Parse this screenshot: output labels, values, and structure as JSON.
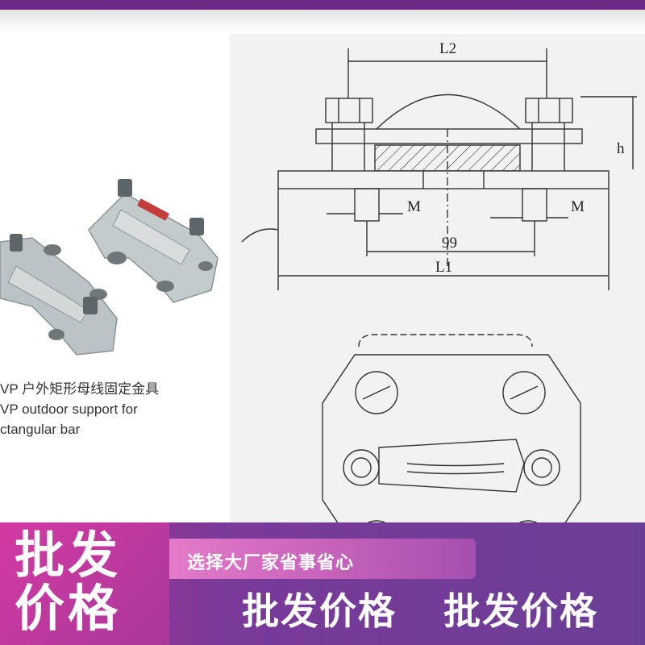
{
  "diagram": {
    "labels": {
      "l2": "L2",
      "h": "h",
      "m_left": "M",
      "m_right": "M",
      "dim_99": "99",
      "l1": "L1"
    }
  },
  "caption": {
    "line1": "VP 户外矩形母线固定金具",
    "line2": "VP outdoor support for",
    "line3": "ctangular bar"
  },
  "banner": {
    "left_line1": "批发",
    "left_line2": "价格",
    "slogan": "选择大厂家省事省心",
    "repeat1": "批发价格",
    "repeat2": "批发价格"
  },
  "colors": {
    "banner_purple": "#6b3e96",
    "banner_magenta": "#c2359a",
    "metal": "#b7bfc2"
  }
}
